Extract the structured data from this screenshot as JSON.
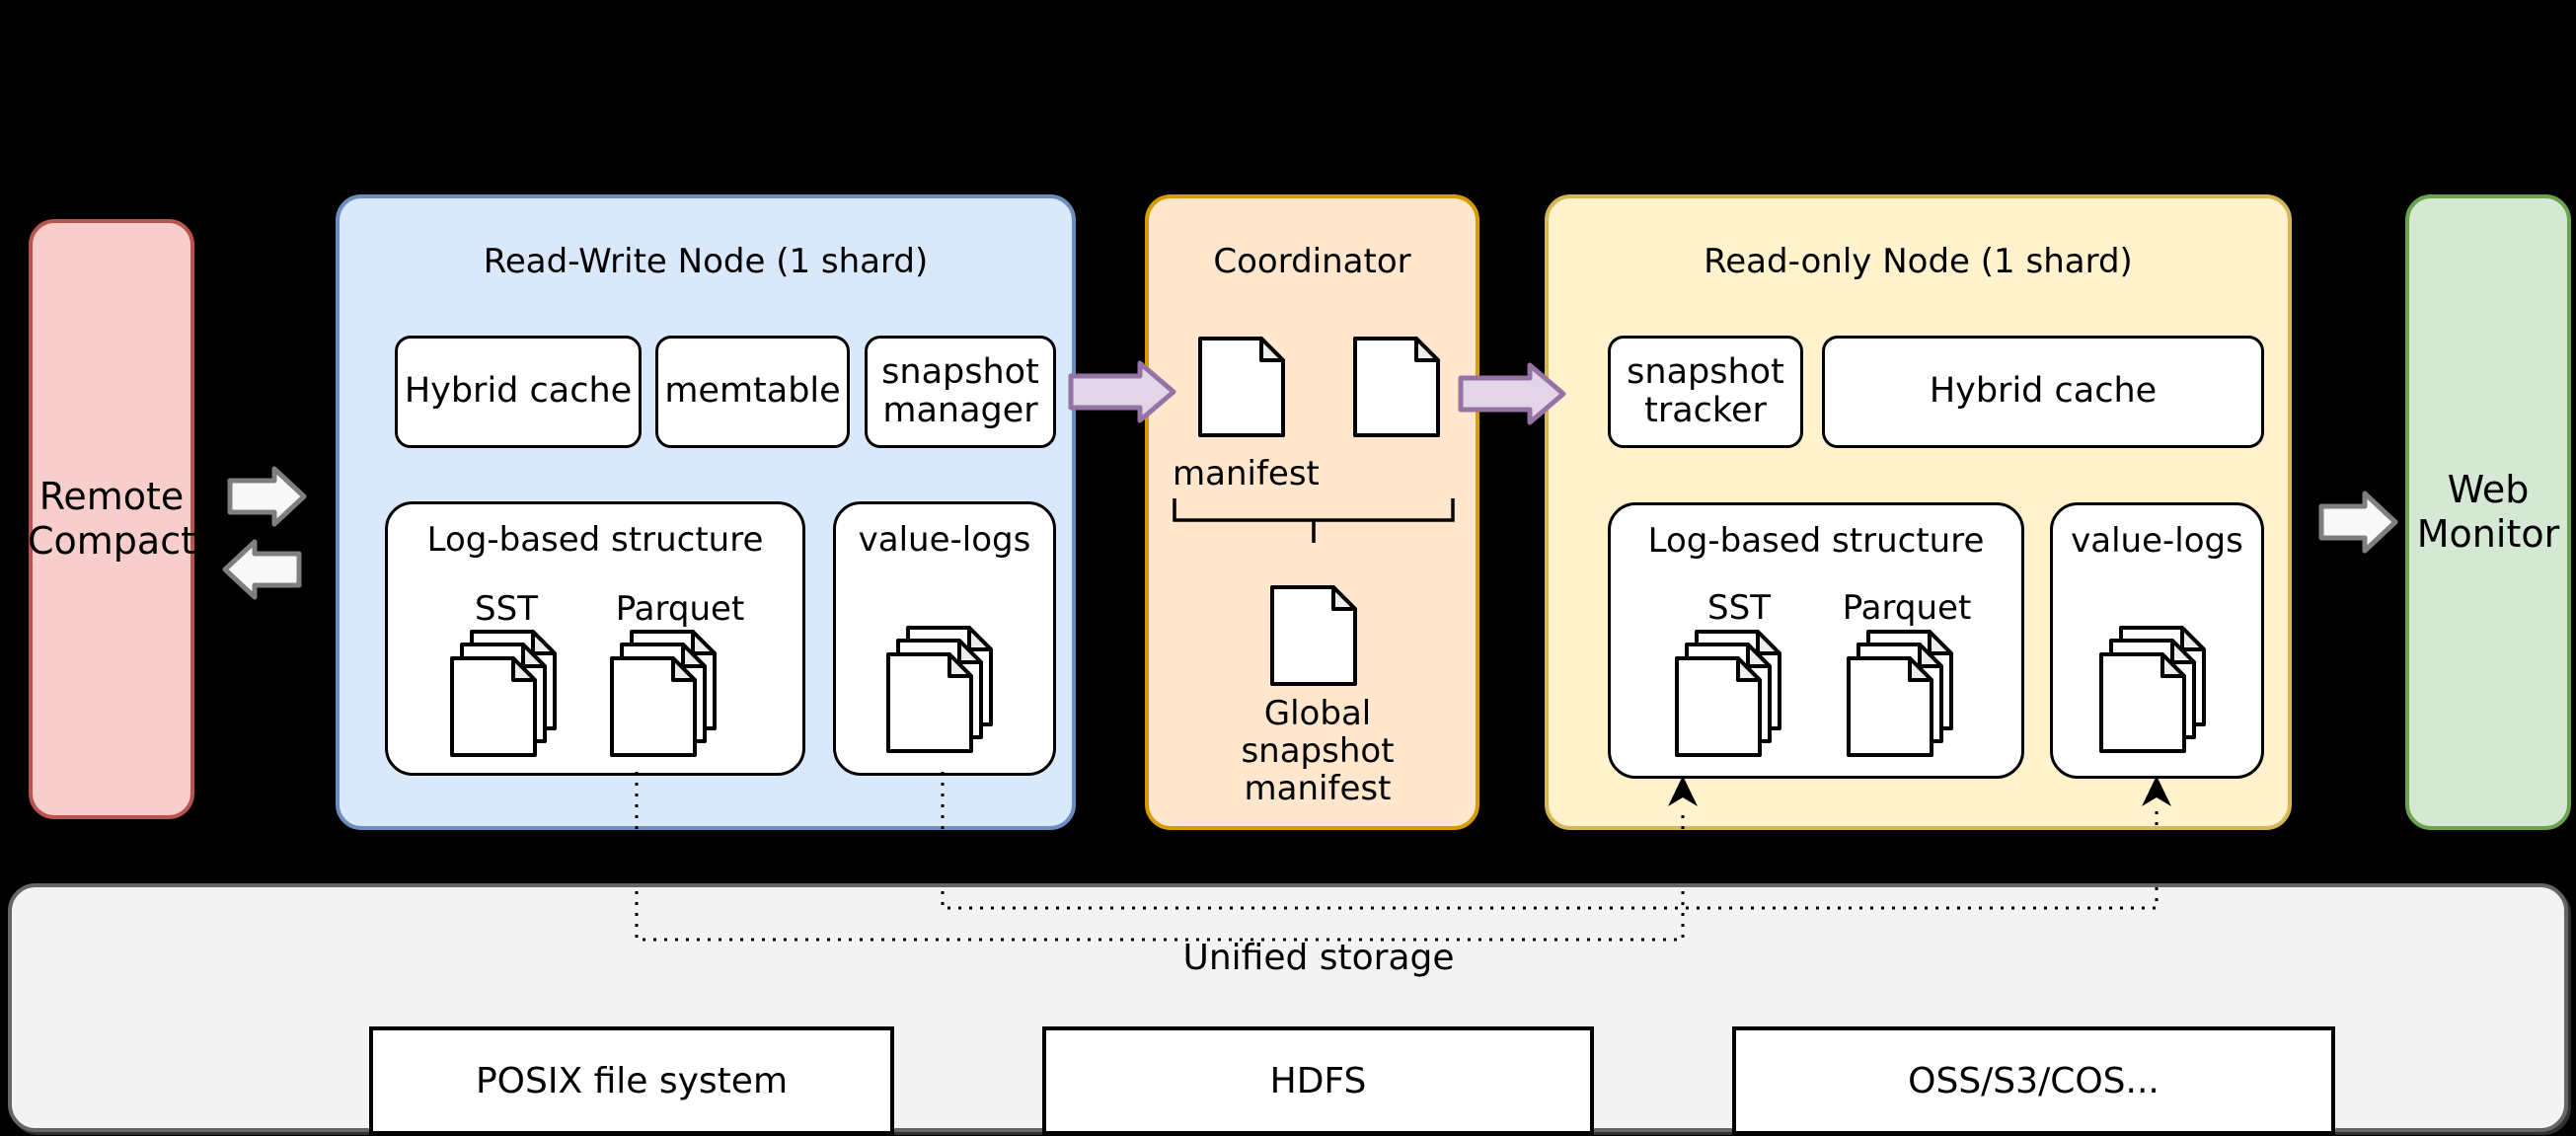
{
  "nodes": {
    "remote_compact": {
      "label": "Remote Compact",
      "fill": "#F8CECC",
      "stroke": "#B85450"
    },
    "read_write": {
      "title": "Read-Write Node (1 shard)",
      "fill": "#DAE8FC",
      "stroke": "#6C8EBF",
      "hybrid_cache": "Hybrid cache",
      "memtable": "memtable",
      "snapshot_manager": "snapshot manager",
      "log_based": {
        "title": "Log-based structure",
        "sst": "SST",
        "parquet": "Parquet"
      },
      "value_logs": "value-logs"
    },
    "coordinator": {
      "title": "Coordinator",
      "fill": "#FFE6CC",
      "stroke": "#D79B00",
      "manifest": "manifest",
      "global_manifest": "Global snapshot manifest"
    },
    "read_only": {
      "title": "Read-only Node (1 shard)",
      "fill": "#FFF2CC",
      "stroke": "#D6B656",
      "snapshot_tracker": "snapshot tracker",
      "hybrid_cache": "Hybrid cache",
      "log_based": {
        "title": "Log-based structure",
        "sst": "SST",
        "parquet": "Parquet"
      },
      "value_logs": "value-logs"
    },
    "web_monitor": {
      "label": "Web Monitor",
      "fill": "#D5E8D4",
      "stroke": "#6CA34F"
    }
  },
  "storage": {
    "title": "Unified storage",
    "fill": "#F3F3F3",
    "stroke": "#666666",
    "backends": [
      {
        "label": "POSIX file system"
      },
      {
        "label": "HDFS"
      },
      {
        "label": "OSS/S3/COS..."
      }
    ]
  },
  "arrows": {
    "white_fill": "#F8F8F8",
    "white_stroke": "#7F7F7F",
    "purple_fill": "#E1D5E7",
    "purple_stroke": "#9673A6",
    "dotted_color": "#000000"
  }
}
